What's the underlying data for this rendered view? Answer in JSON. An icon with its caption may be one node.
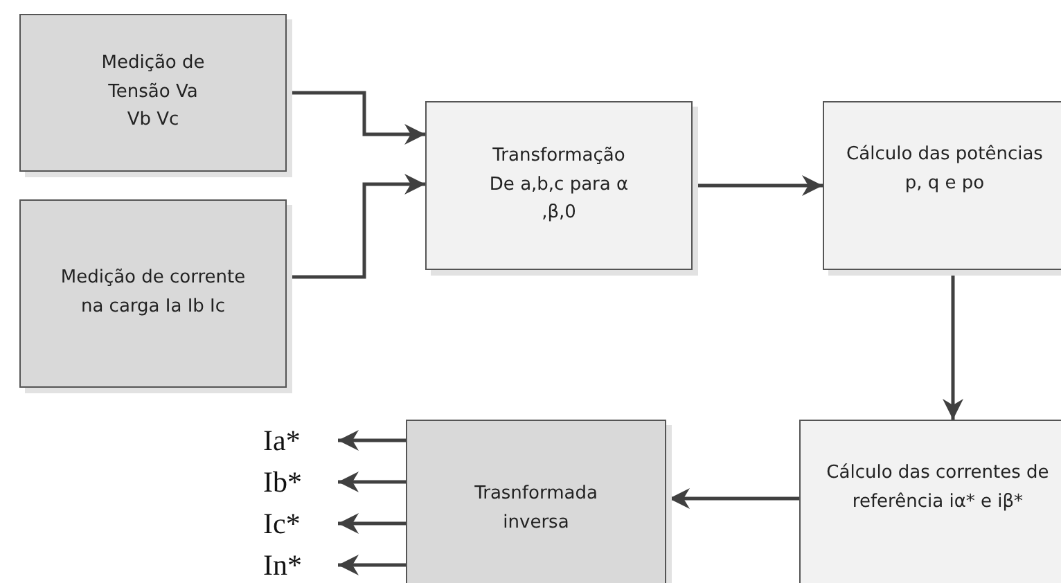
{
  "diagram": {
    "nodes": [
      {
        "text": [
          "Medição de Tensão Va Vb Vc"
        ]
      },
      {
        "text": [
          "Medição de corrente na carga Ia Ib Ic"
        ]
      },
      {
        "text": [
          "Transformação De a,b,c para α ,β,0"
        ]
      },
      {
        "text": [
          "Cálculo das potências p, q e po"
        ]
      },
      {
        "text": [
          "Cálculo das correntes de referência iα* e iβ*"
        ]
      },
      {
        "text": [
          "Trasnformada inversa"
        ]
      },
      {
        "text": [
          "Ia*"
        ]
      },
      {
        "text": [
          "Ib*"
        ]
      },
      {
        "text": [
          "Ic*"
        ]
      },
      {
        "text": [
          "In*"
        ]
      }
    ],
    "edges": [
      {
        "from": 0,
        "to": 2,
        "arrow": "to"
      },
      {
        "from": 1,
        "to": 2,
        "arrow": "to"
      },
      {
        "from": 2,
        "to": 3,
        "arrow": "to"
      },
      {
        "from": 3,
        "to": 4,
        "arrow": "to"
      },
      {
        "from": 4,
        "to": 5,
        "arrow": "to"
      },
      {
        "from": 5,
        "to": 6,
        "arrow": "to"
      },
      {
        "from": 5,
        "to": 7,
        "arrow": "to"
      },
      {
        "from": 5,
        "to": 8,
        "arrow": "to"
      },
      {
        "from": 5,
        "to": 9,
        "arrow": "to"
      }
    ]
  }
}
